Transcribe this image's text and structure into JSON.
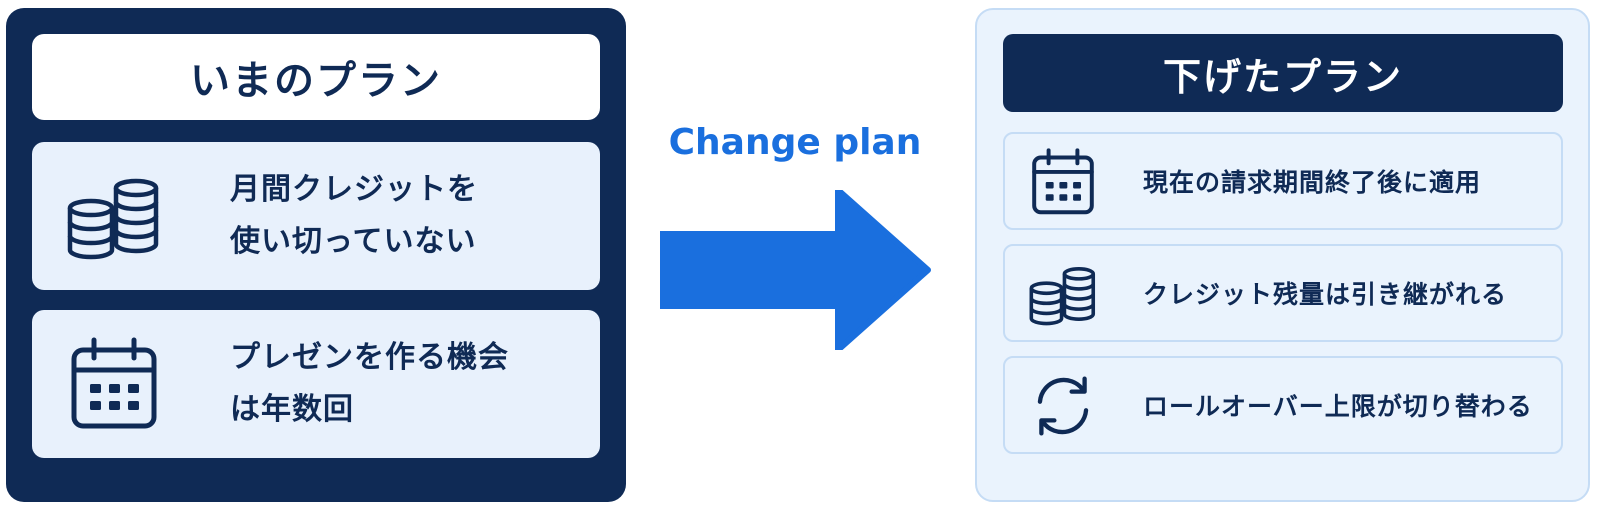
{
  "current_plan": {
    "title": "いまのプラン",
    "items": [
      {
        "icon": "coins-icon",
        "lines": [
          "月間クレジットを",
          "使い切っていない"
        ]
      },
      {
        "icon": "calendar-icon",
        "lines": [
          "プレゼンを作る機会",
          "は年数回"
        ]
      }
    ]
  },
  "transition": {
    "label": "Change plan",
    "arrow_color": "#1a6fde"
  },
  "downgraded_plan": {
    "title": "下げたプラン",
    "items": [
      {
        "icon": "calendar-icon",
        "label": "現在の請求期間終了後に適用"
      },
      {
        "icon": "coins-icon",
        "label": "クレジット残量は引き継がれる"
      },
      {
        "icon": "refresh-icon",
        "label": "ロールオーバー上限が切り替わる"
      }
    ]
  },
  "colors": {
    "navy": "#0f2a55",
    "light_blue": "#e8f1fc",
    "border_blue": "#c5dcf5",
    "accent_blue": "#1a6fde"
  }
}
